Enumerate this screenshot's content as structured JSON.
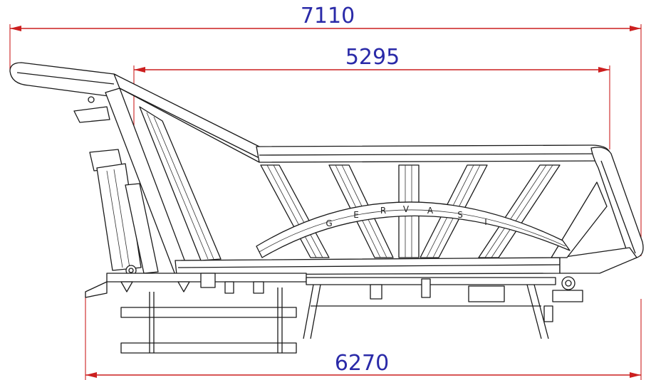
{
  "dimensions": {
    "overall_length": "7110",
    "body_length": "5295",
    "chassis_length": "6270"
  },
  "brand_letters": [
    "G",
    "E",
    "R",
    "V",
    "A",
    "S",
    "I"
  ],
  "colors": {
    "dimension_line": "#cc1f1f",
    "dimension_text": "#2a2aa8",
    "outline": "#1a1a1a",
    "background": "#ffffff"
  }
}
